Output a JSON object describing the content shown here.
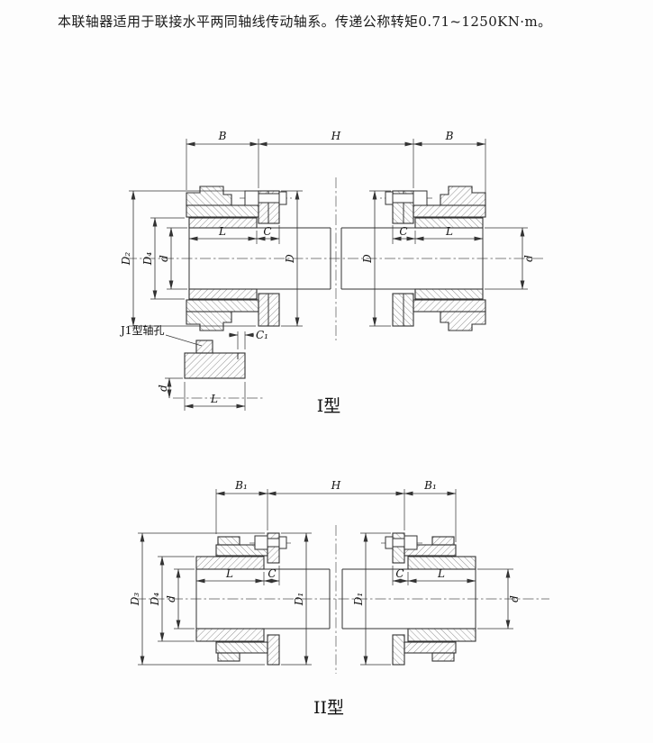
{
  "header": {
    "text": "本联轴器适用于联接水平两同轴线传动轴系。传递公称转矩0.71~1250KN·m。"
  },
  "figure1": {
    "caption": "I型",
    "detail_label": "J1型轴孔",
    "dims": {
      "b_left": "B",
      "h": "H",
      "b_right": "B",
      "d2": "D₂",
      "d4": "D₄",
      "d_left": "d",
      "l_left": "L",
      "c_left": "C",
      "dia_left": "D",
      "dia_right": "D",
      "c_right": "C",
      "l_right": "L",
      "d_right": "d",
      "c1": "C₁",
      "detail_l": "L",
      "detail_d": "d"
    }
  },
  "figure2": {
    "caption": "II型",
    "dims": {
      "b1_left": "B₁",
      "h": "H",
      "b1_right": "B₁",
      "d3": "D₃",
      "d4": "D₄",
      "d_left": "d",
      "l_left": "L",
      "c_left": "C",
      "d1_left": "D₁",
      "d1_right": "D₁",
      "c_right": "C",
      "l_right": "L",
      "d_right": "d"
    }
  }
}
